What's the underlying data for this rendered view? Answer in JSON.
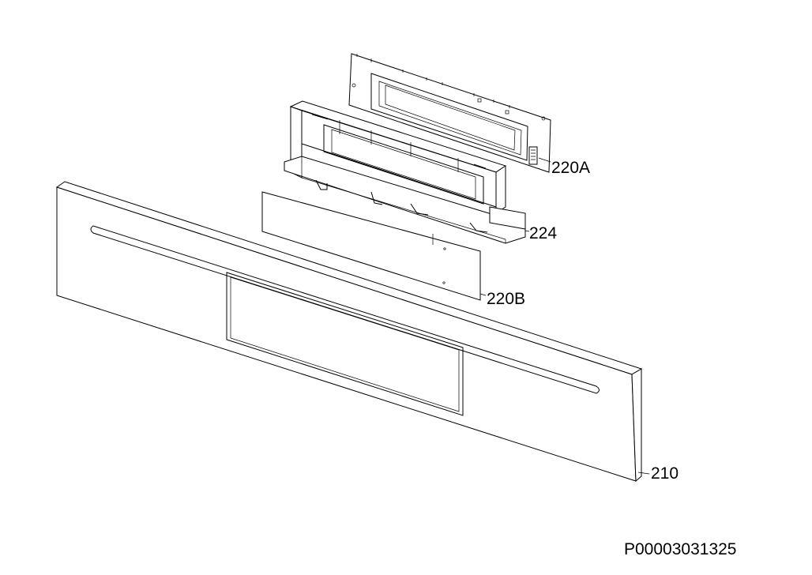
{
  "diagram": {
    "callouts": {
      "board_220a": "220A",
      "housing_224": "224",
      "film_220b": "220B",
      "panel_210": "210"
    },
    "document_id": "P00003031325"
  }
}
